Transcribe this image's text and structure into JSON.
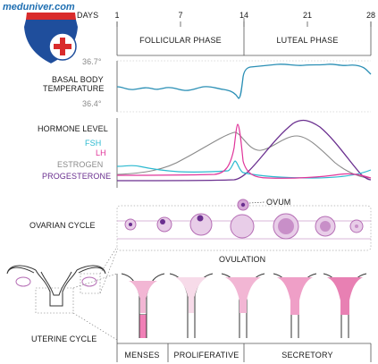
{
  "watermark": "meduniver.com",
  "header": {
    "days_label": "DAYS",
    "day_ticks": [
      "1",
      "7",
      "14",
      "21",
      "28"
    ]
  },
  "phases": {
    "follicular": "FOLLICULAR PHASE",
    "luteal": "LUTEAL PHASE"
  },
  "temperature": {
    "label_line1": "BASAL BODY",
    "label_line2": "TEMPERATURE",
    "high": "36.7°",
    "low": "36.4°"
  },
  "hormones": {
    "title": "HORMONE LEVEL",
    "fsh": "FSH",
    "lh": "LH",
    "estrogen": "ESTROGEN",
    "progesterone": "PROGESTERONE"
  },
  "ovarian": {
    "label": "OVARIAN CYCLE",
    "ovum": "OVUM",
    "ovulation": "OVULATION"
  },
  "uterine": {
    "label": "UTERINE CYCLE",
    "menses": "MENSES",
    "proliferative": "PROLIFERATIVE",
    "secretory": "SECRETORY"
  },
  "colors": {
    "temperature": "#2a8fb5",
    "fsh": "#2bb9d0",
    "lh": "#e0359a",
    "estrogen": "#8a8a8a",
    "progesterone": "#6a2f8f",
    "follicle": "#c88fc8",
    "shield_blue": "#1f4e9c",
    "shield_red": "#d92b2b"
  }
}
